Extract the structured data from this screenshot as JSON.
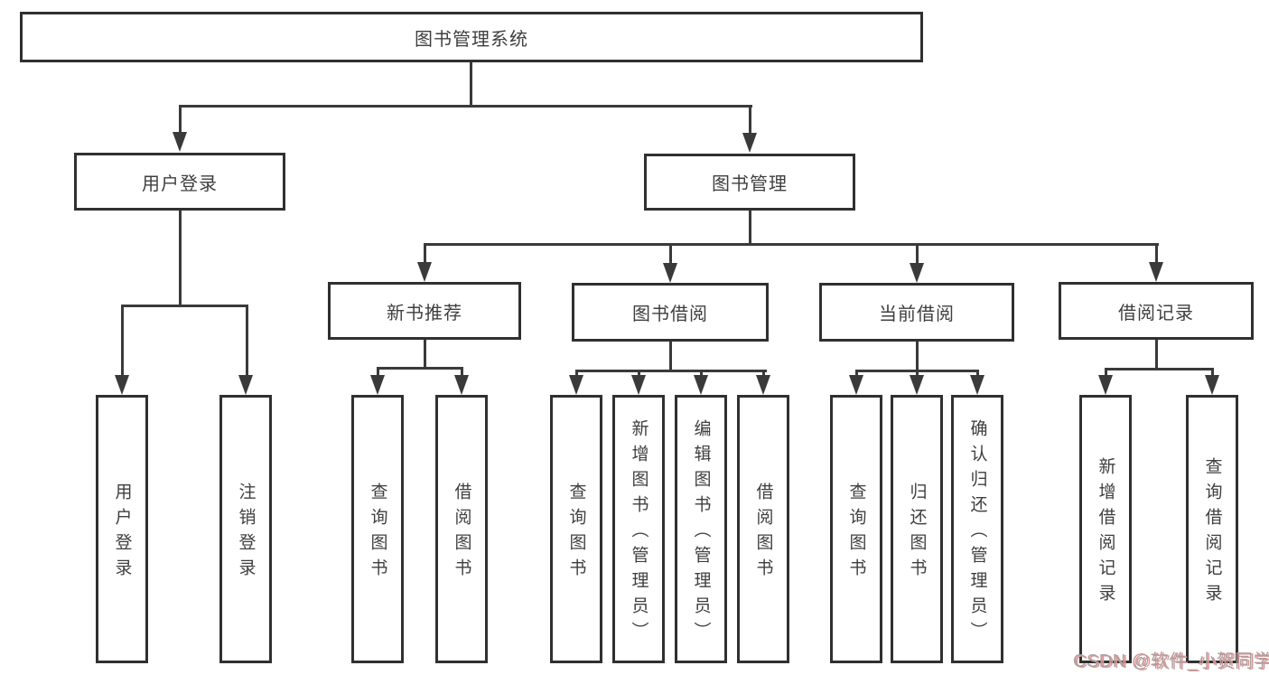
{
  "diagram": {
    "colors": {
      "line": "#3a3a3a",
      "box_border": "#303030",
      "box_bg": "#ffffff",
      "text": "#3f3f3f",
      "watermark_gray": "#a3a3a3",
      "watermark_pink": "#ee9090"
    },
    "watermark": {
      "text": "CSDN @软件_小贺同学"
    },
    "tree": {
      "root": {
        "label": "图书管理系统",
        "children": [
          {
            "label": "用户登录",
            "children": [
              {
                "label": "用户登录"
              },
              {
                "label": "注销登录"
              }
            ]
          },
          {
            "label": "图书管理",
            "children": [
              {
                "label": "新书推荐",
                "children": [
                  {
                    "label": "查询图书"
                  },
                  {
                    "label": "借阅图书"
                  }
                ]
              },
              {
                "label": "图书借阅",
                "children": [
                  {
                    "label": "查询图书"
                  },
                  {
                    "label": "新增图书（管理员）"
                  },
                  {
                    "label": "编辑图书（管理员）"
                  },
                  {
                    "label": "借阅图书"
                  }
                ]
              },
              {
                "label": "当前借阅",
                "children": [
                  {
                    "label": "查询图书"
                  },
                  {
                    "label": "归还图书"
                  },
                  {
                    "label": "确认归还（管理员）"
                  }
                ]
              },
              {
                "label": "借阅记录",
                "children": [
                  {
                    "label": "新增借阅记录"
                  },
                  {
                    "label": "查询借阅记录"
                  }
                ]
              }
            ]
          }
        ]
      }
    }
  }
}
